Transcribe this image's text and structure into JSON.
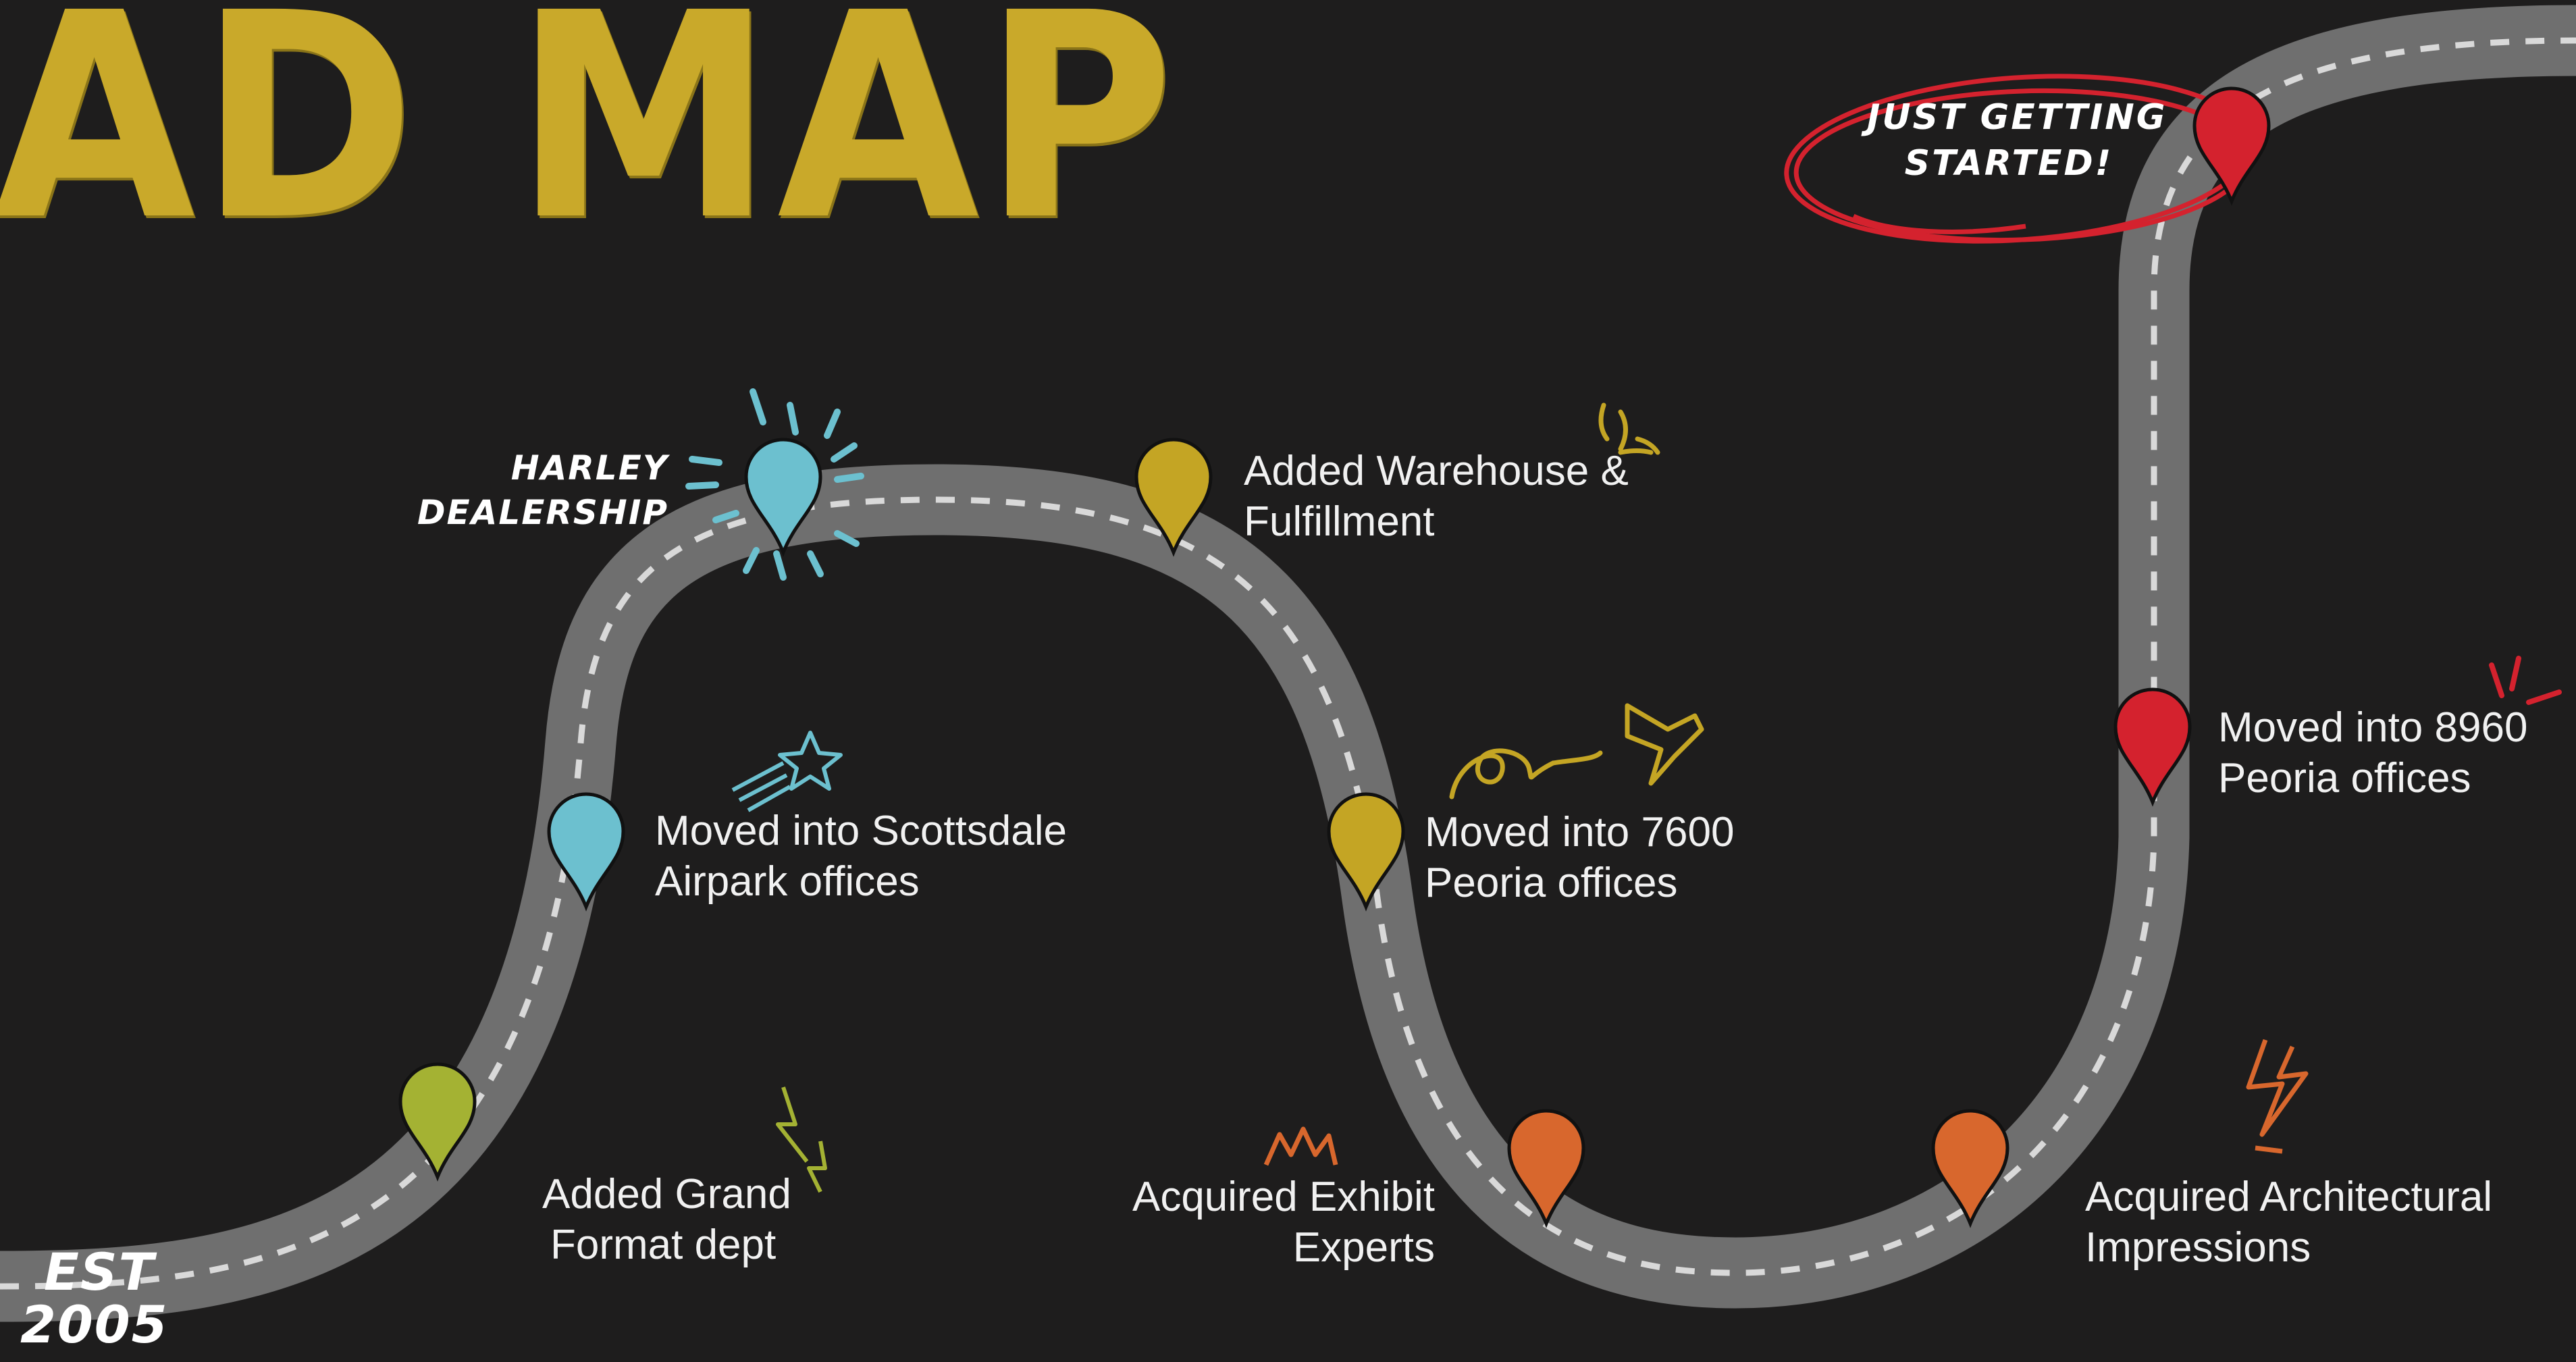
{
  "title": "AD MAP",
  "est": {
    "line1": "EST",
    "line2": "2005"
  },
  "harley": {
    "line1": "HARLEY",
    "line2": "DEALERSHIP"
  },
  "callout": {
    "line1": "JUST GETTING",
    "line2": "STARTED!"
  },
  "milestones": [
    {
      "line1": "Added Grand",
      "line2": "Format dept"
    },
    {
      "line1": "Moved into Scottsdale",
      "line2": "Airpark offices"
    },
    {
      "line1": "Added Warehouse &",
      "line2": "Fulfillment"
    },
    {
      "line1": "Moved into 7600",
      "line2": "Peoria offices"
    },
    {
      "line1": "Acquired Exhibit",
      "line2": "Experts"
    },
    {
      "line1": "Acquired Architectural",
      "line2": "Impressions"
    },
    {
      "line1": "Moved into 8960",
      "line2": "Peoria offices"
    }
  ],
  "colors": {
    "background": "#1e1d1d",
    "road": "#6f6f6f",
    "road_dash": "#d9d9d9",
    "title": "#c9a92a",
    "green": "#a4b233",
    "blue": "#6cc0cf",
    "yellow": "#c4a524",
    "orange": "#d8672d",
    "red": "#d4222e"
  },
  "icons": [
    "map-pin-icon",
    "lightning-icon",
    "shooting-star-icon",
    "sparkle-burst-icon",
    "bird-icon",
    "crown-icon",
    "curly-doodle-icon"
  ]
}
